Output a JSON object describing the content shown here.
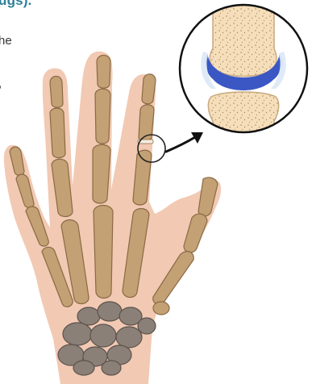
{
  "text_fragments": {
    "heading_cut": "ugs).",
    "line_1_cut": "he",
    "line_2_cut": ","
  },
  "illustration": {
    "subject": "hand-skeleton-with-joint-detail",
    "colors": {
      "skin": "#f2c9b3",
      "bone": "#c3a174",
      "bone_outline": "#8a6a44",
      "carpals": "#8a8078",
      "cartilage_outer": "#9ab7e6",
      "cartilage_inner": "#3b57c4",
      "joint_bone": "#f5deb9",
      "heading": "#2c7f9a"
    }
  }
}
